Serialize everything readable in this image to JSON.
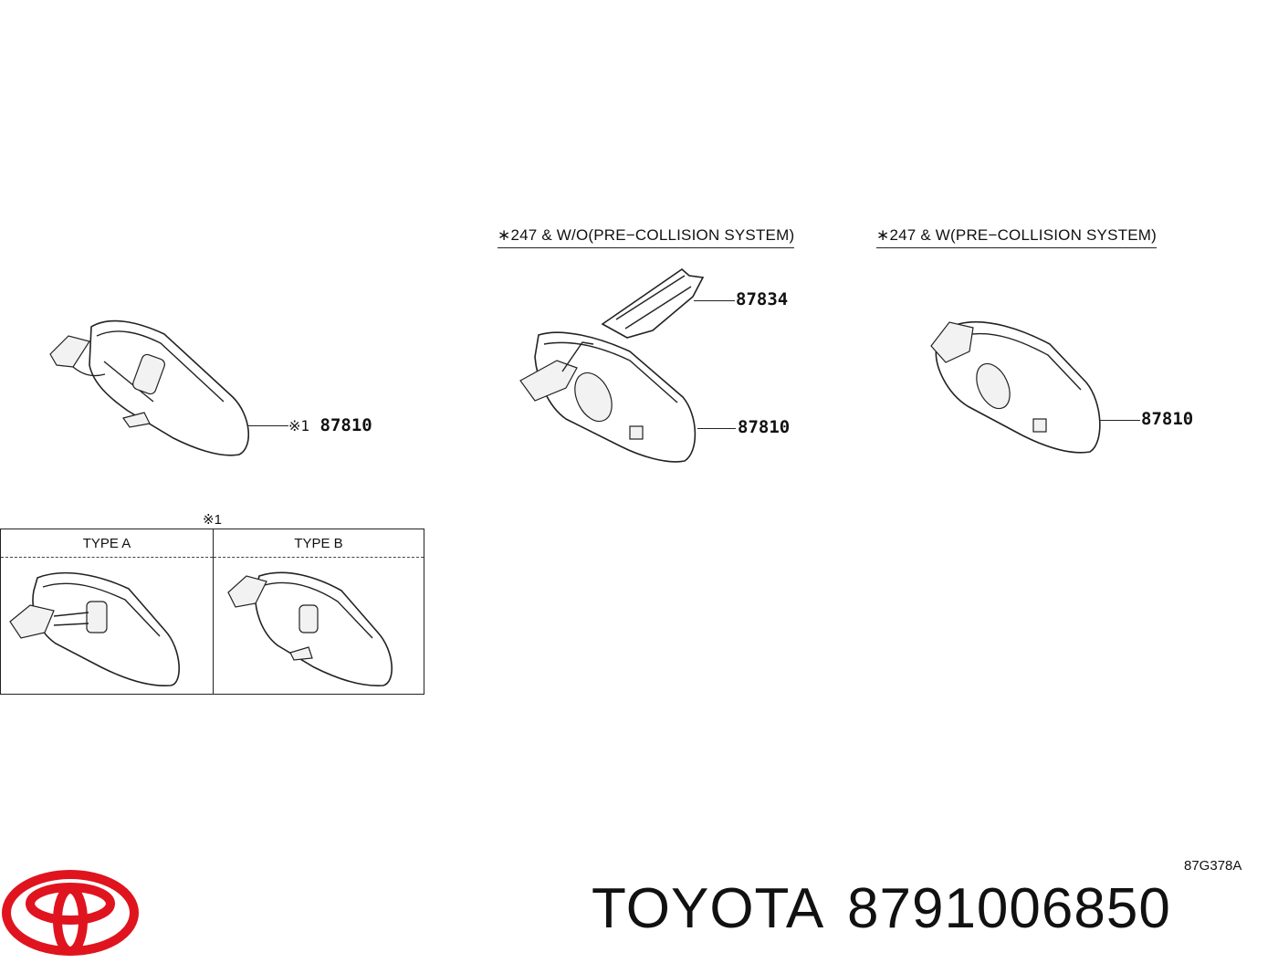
{
  "diagram": {
    "left_part": {
      "note_mark": "※1",
      "part_number": "87810"
    },
    "middle": {
      "heading": "∗247 & W/O(PRE−COLLISION SYSTEM)",
      "part_upper": "87834",
      "part_lower": "87810"
    },
    "right": {
      "heading": "∗247 & W(PRE−COLLISION SYSTEM)",
      "part_number": "87810"
    },
    "type_table": {
      "note_mark": "※1",
      "type_a": "TYPE A",
      "type_b": "TYPE B"
    },
    "diagram_code": "87G378A"
  },
  "footer": {
    "brand": "TOYOTA",
    "part_number": "8791006850",
    "logo_color": "#e0141e"
  }
}
